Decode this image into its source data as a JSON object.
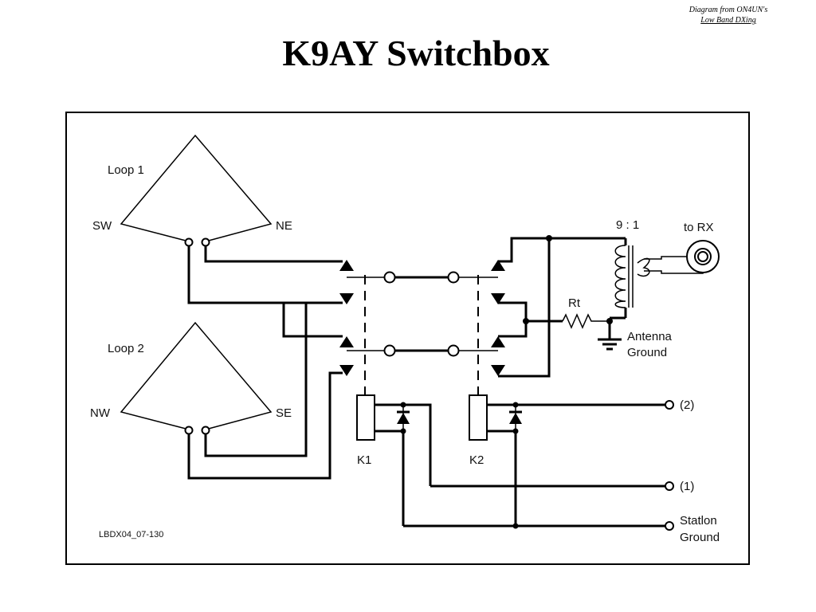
{
  "header": {
    "credit_line1": "Diagram from ON4UN's",
    "credit_line2": "Low Band DXing",
    "title": "K9AY Switchbox"
  },
  "diagram": {
    "loop1": "Loop 1",
    "loop2": "Loop 2",
    "sw": "SW",
    "ne": "NE",
    "nw": "NW",
    "se": "SE",
    "ratio": "9 : 1",
    "to_rx": "to RX",
    "rt": "Rt",
    "antenna_ground_1": "Antenna",
    "antenna_ground_2": "Ground",
    "k1": "K1",
    "k2": "K2",
    "term2": "(2)",
    "term1": "(1)",
    "station_ground_1": "Statlon",
    "station_ground_2": "Ground",
    "drawing_code": "LBDX04_07-130"
  }
}
